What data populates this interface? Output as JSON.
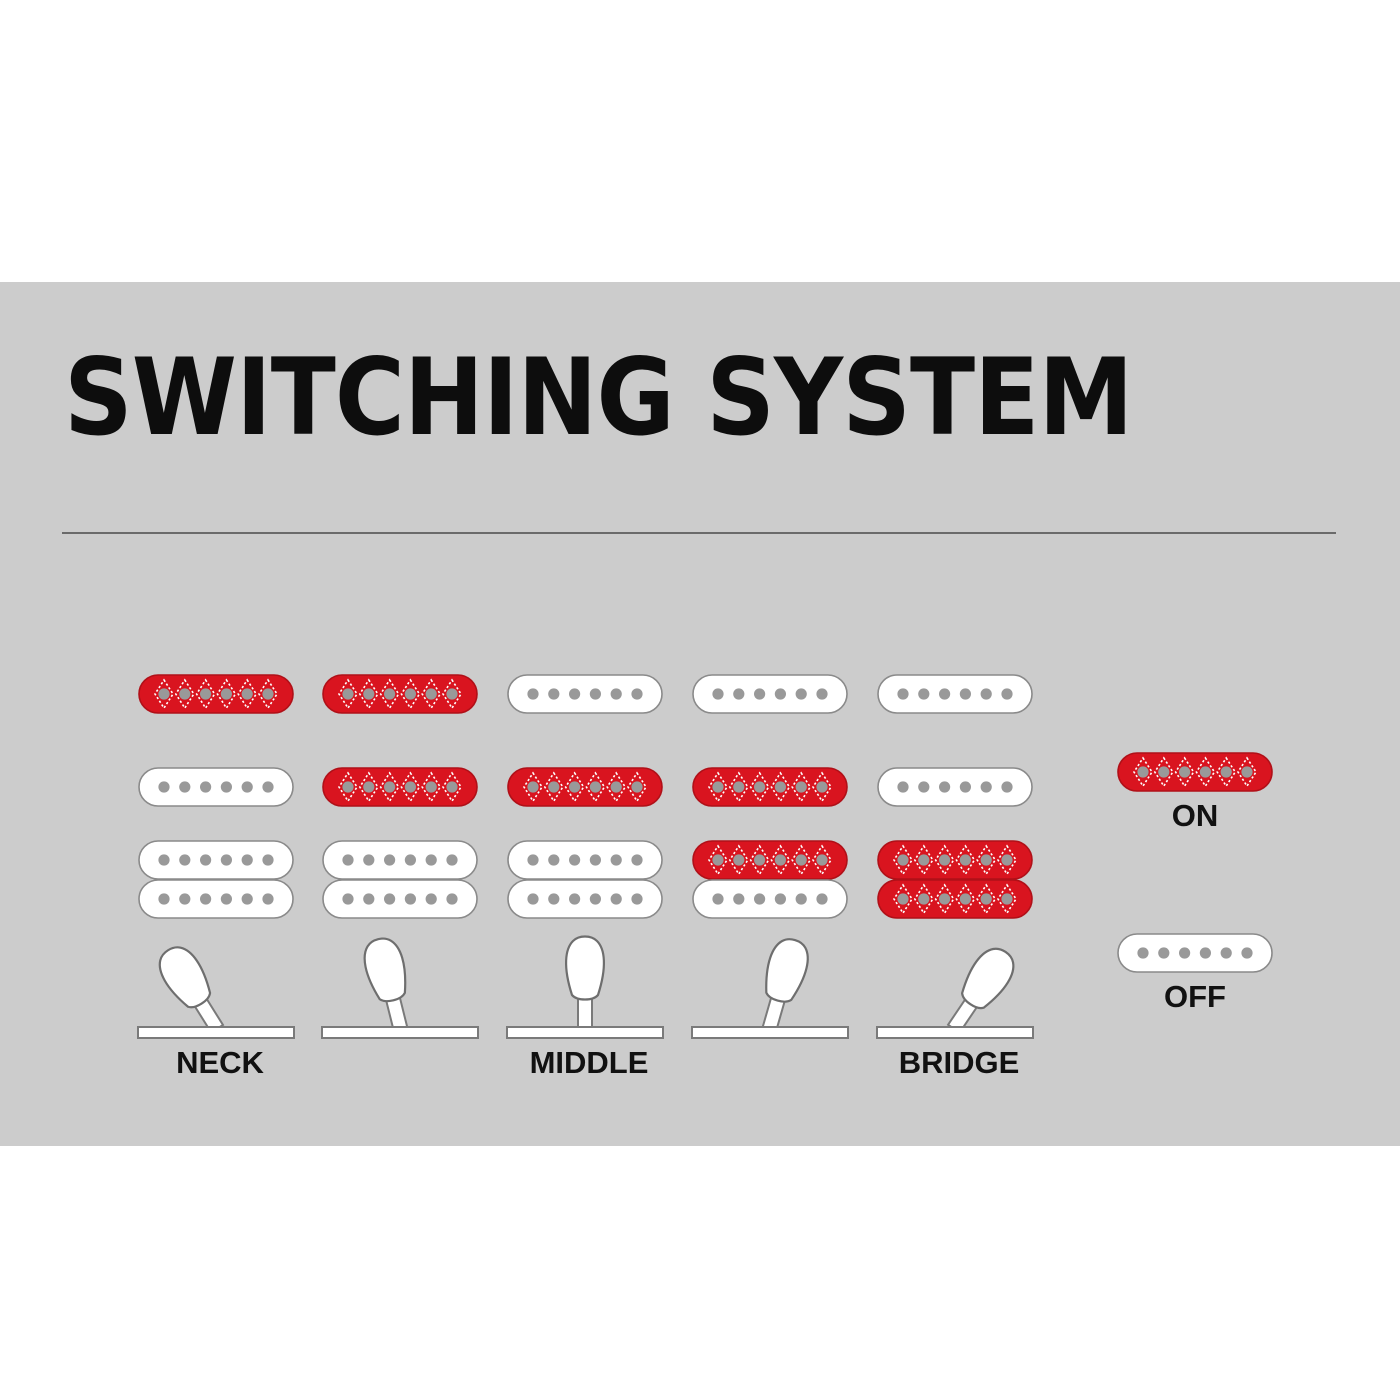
{
  "title": "SWITCHING SYSTEM",
  "colors": {
    "panel": "#cccccc",
    "on": "#d9141f",
    "off": "#ffffff",
    "pole": "#999999",
    "outline": "#8a8a8a"
  },
  "positions": [
    {
      "label": "NECK",
      "lever": "neck-tilt",
      "top_single": "on",
      "middle_single": "off",
      "humbucker": "off"
    },
    {
      "label": "",
      "lever": "neck-lean",
      "top_single": "on",
      "middle_single": "on",
      "humbucker": "off"
    },
    {
      "label": "MIDDLE",
      "lever": "center",
      "top_single": "off",
      "middle_single": "on",
      "humbucker": "off"
    },
    {
      "label": "",
      "lever": "bridge-lean",
      "top_single": "off",
      "middle_single": "on",
      "humbucker": "partial"
    },
    {
      "label": "BRIDGE",
      "lever": "bridge-tilt",
      "top_single": "off",
      "middle_single": "off",
      "humbucker": "on"
    }
  ],
  "legend": {
    "on_label": "ON",
    "off_label": "OFF"
  }
}
